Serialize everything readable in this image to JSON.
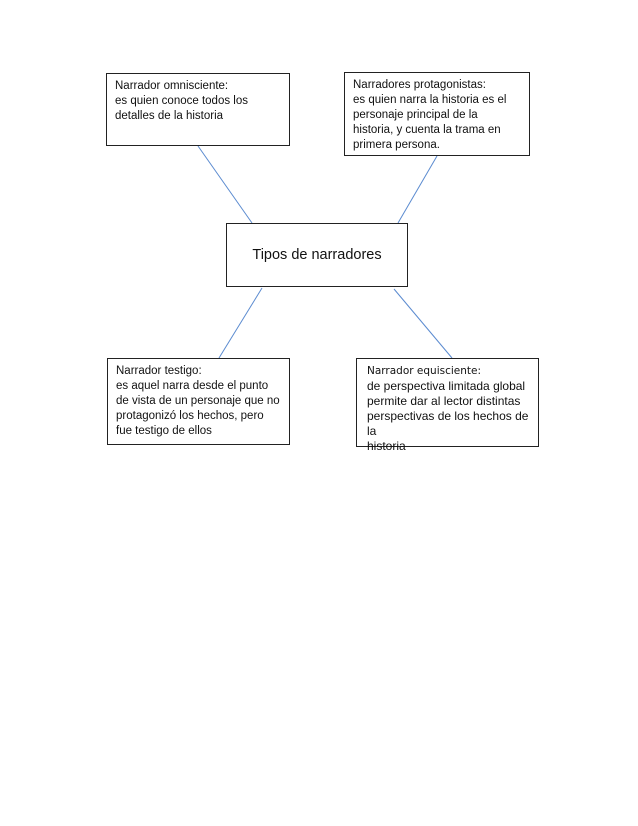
{
  "diagram": {
    "center": {
      "label": "Tipos de narradores"
    },
    "nodes": [
      {
        "id": "omnisciente",
        "title": "Narrador omnisciente:",
        "body": "es quien conoce todos los\ndetalles de la historia"
      },
      {
        "id": "protagonistas",
        "title": "Narradores protagonistas:",
        "body": "es quien narra la historia es el\npersonaje principal de la\nhistoria, y cuenta la trama en\nprimera persona."
      },
      {
        "id": "testigo",
        "title": "Narrador testigo:",
        "body": "es aquel narra desde el punto\nde vista de un personaje que no\nprotagonizó los hechos, pero\nfue testigo de ellos"
      },
      {
        "id": "equisciente",
        "title": "Narrador equisciente:",
        "body": "de perspectiva limitada global\npermite dar al lector distintas\nperspectivas de los hechos de la\nhistoria"
      }
    ],
    "connector_color": "#5b8bd0",
    "border_color": "#222222"
  }
}
